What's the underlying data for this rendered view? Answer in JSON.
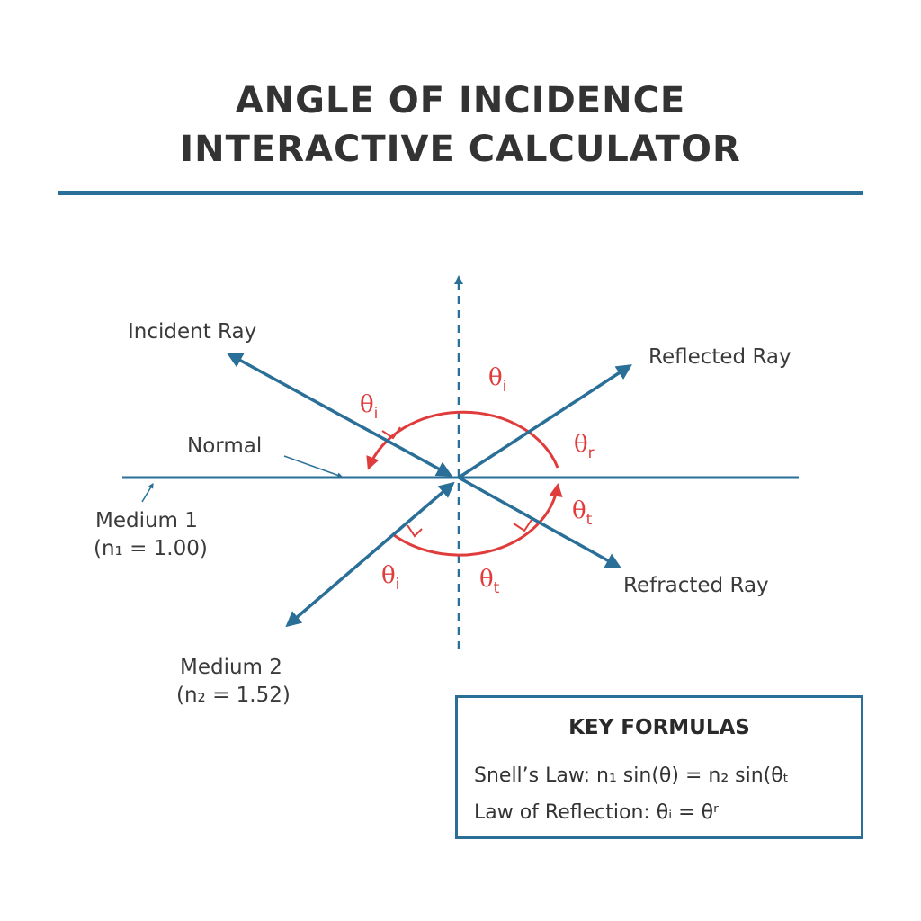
{
  "header": {
    "title_line1": "ANGLE OF INCIDENCE",
    "title_line2": "INTERACTIVE CALCULATOR"
  },
  "diagram": {
    "labels": {
      "incident_ray": "Incident Ray",
      "reflected_ray": "Reflected Ray",
      "refracted_ray": "Refracted Ray",
      "normal": "Normal",
      "medium1_name": "Medium 1",
      "medium1_index": "(n₁ = 1.00)",
      "medium2_name": "Medium 2",
      "medium2_index": "(n₂ = 1.52)"
    },
    "angles": {
      "symbol": "θ",
      "incident_sub": "i",
      "reflected_sub": "r",
      "refracted_sub": "t"
    }
  },
  "formulas": {
    "title": "KEY FORMULAS",
    "snell": "Snell’s Law: n₁ sin(θ) = n₂ sin(θₜ",
    "reflection": "Law of Reflection: θᵢ = θʳ"
  },
  "colors": {
    "ray": "#2a6f97",
    "angle": "#e03c3c",
    "text": "#333333"
  }
}
